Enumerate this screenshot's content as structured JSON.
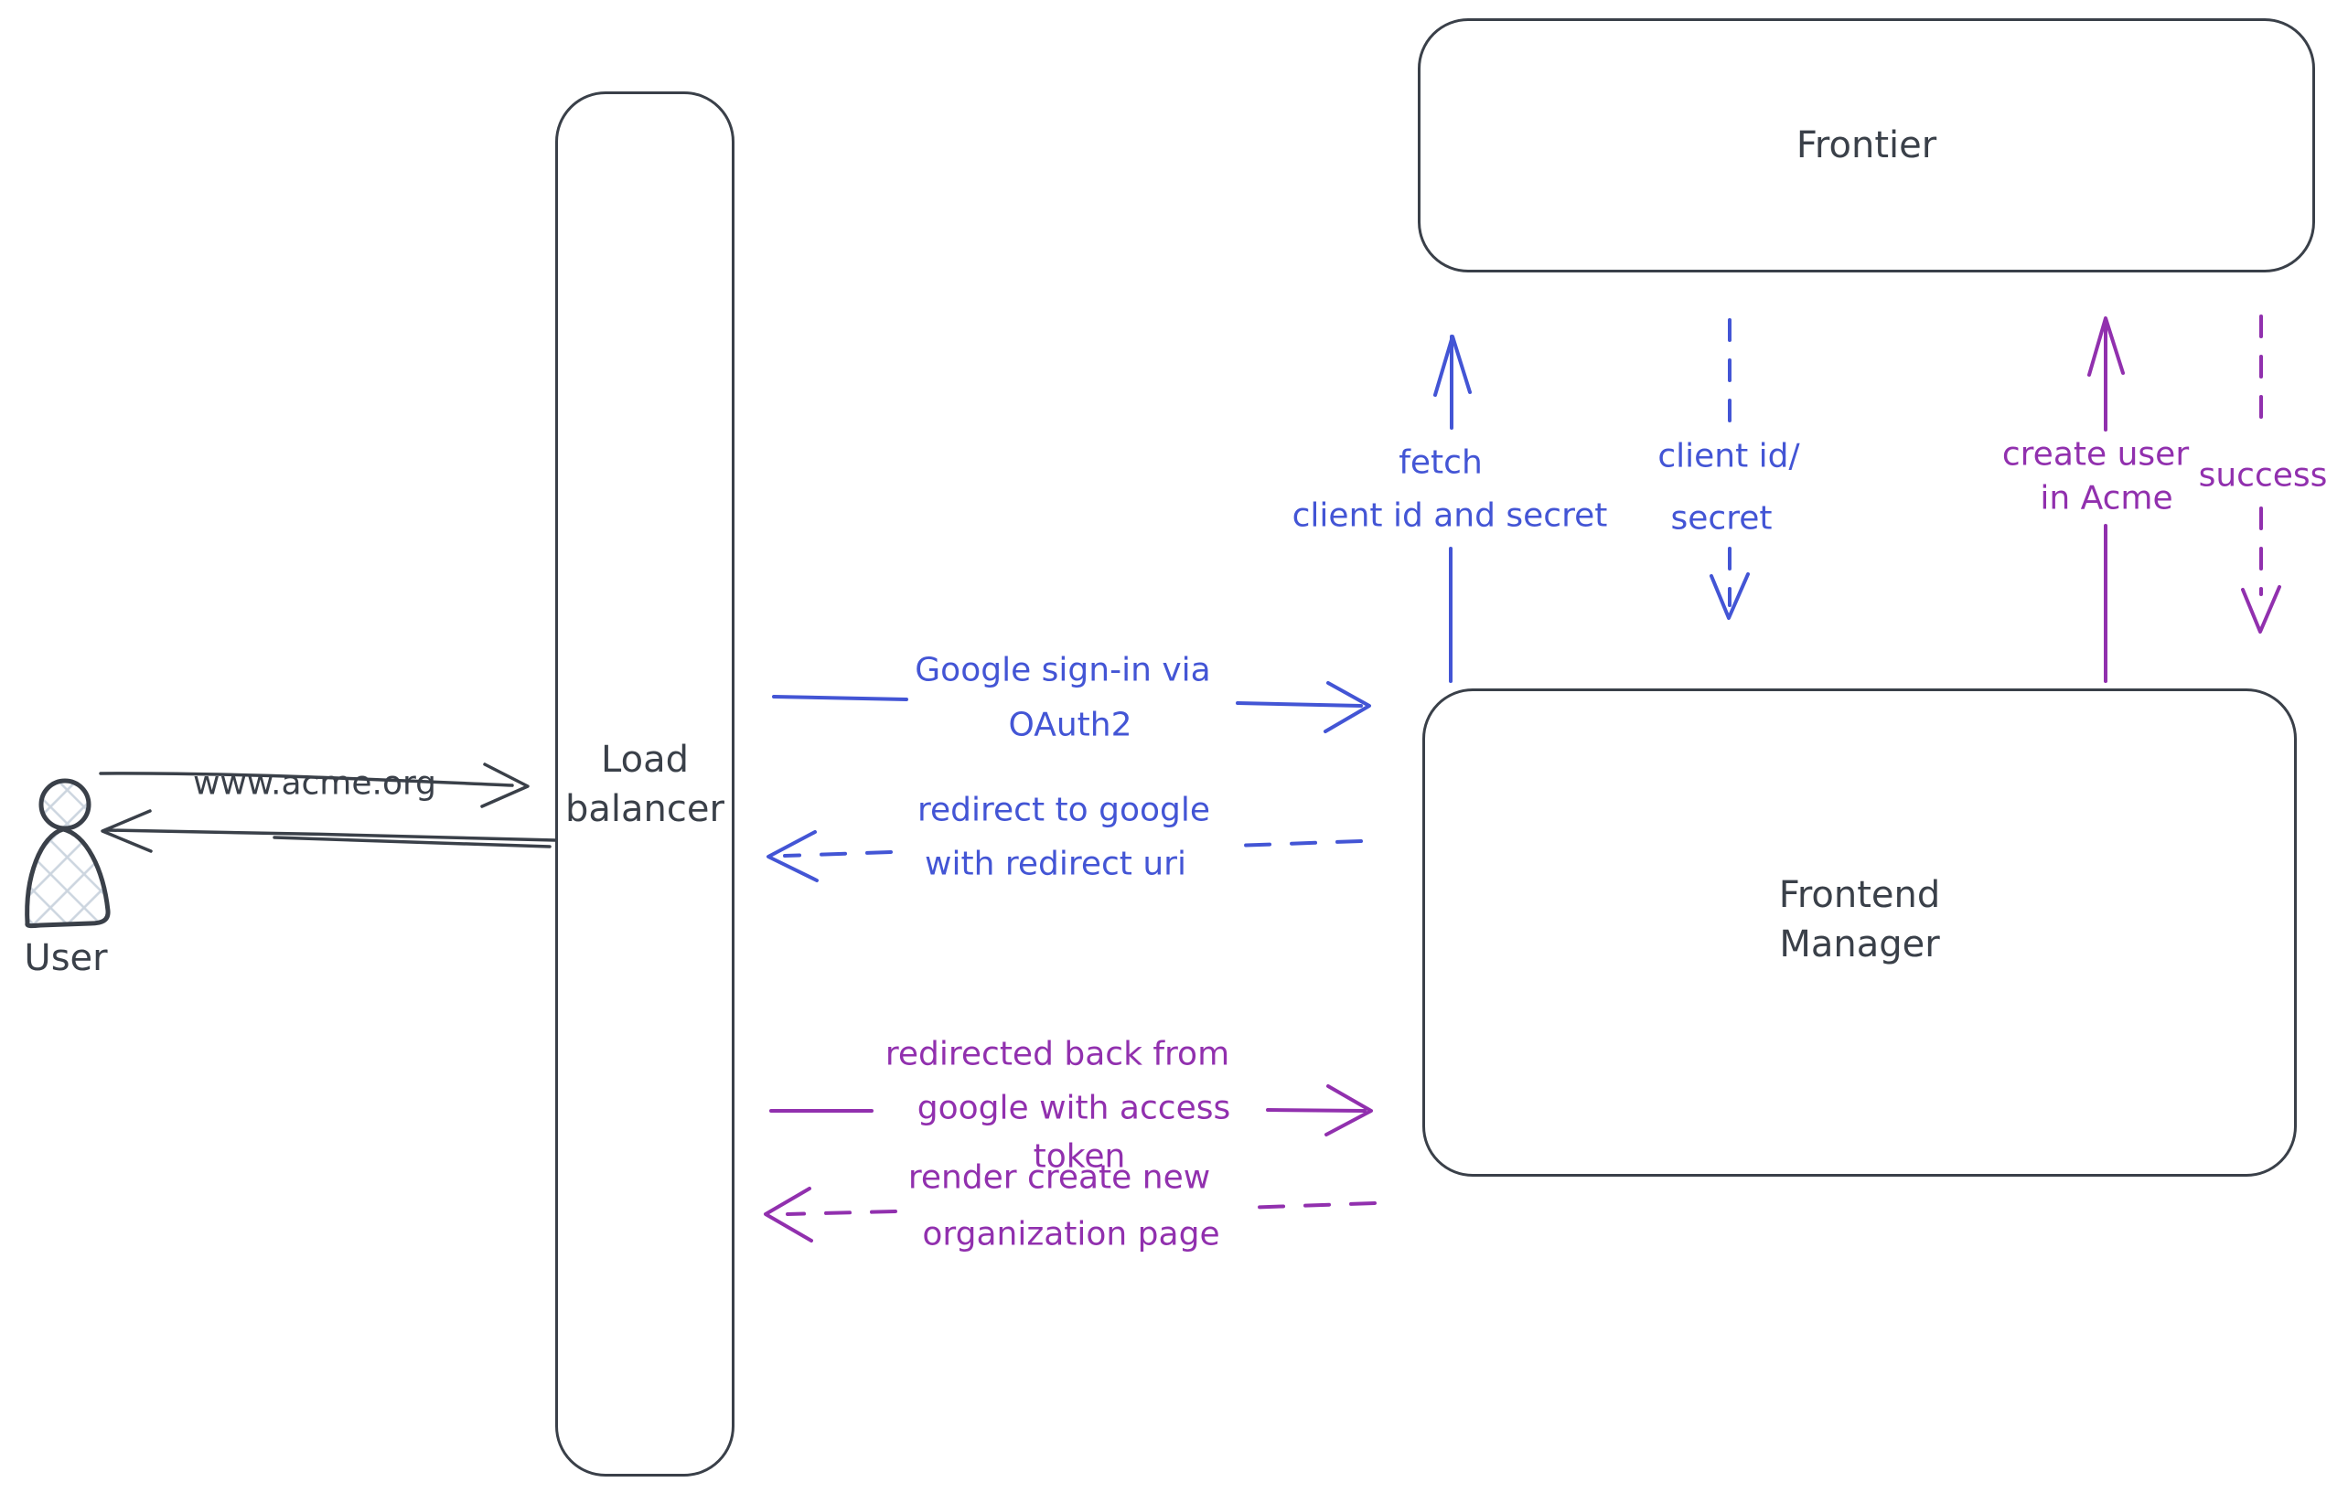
{
  "colors": {
    "ink": "#3a4049",
    "blue": "#4355d5",
    "purple": "#9130ae",
    "hatch_fill": "#ccd5df",
    "background": "#ffffff"
  },
  "nodes": {
    "user": {
      "label": "User"
    },
    "load_balancer": {
      "line1": "Load",
      "line2": "balancer"
    },
    "frontier": {
      "label": "Frontier"
    },
    "frontend_manager": {
      "line1": "Frontend",
      "line2": "Manager"
    }
  },
  "edges": {
    "www_request": {
      "label": "www.acme.org",
      "style": "solid"
    },
    "google_signin": {
      "line1": "Google sign-in via",
      "line2": "OAuth2",
      "style": "solid"
    },
    "redirect_google": {
      "line1": "redirect to google",
      "line2": "with redirect uri",
      "style": "dashed"
    },
    "redirected_back": {
      "line1": "redirected back from",
      "line2": "google with access",
      "line3": "token",
      "style": "solid"
    },
    "render_org_page": {
      "line1": "render create new",
      "line2": "organization page",
      "style": "dashed"
    },
    "fetch_creds": {
      "line1": "fetch",
      "line2": "client id and secret",
      "style": "solid"
    },
    "client_creds": {
      "line1": "client id/",
      "line2": "secret",
      "style": "dashed"
    },
    "create_user": {
      "line1": "create user",
      "line2": "in Acme",
      "style": "solid"
    },
    "success": {
      "label": "success",
      "style": "dashed"
    }
  }
}
